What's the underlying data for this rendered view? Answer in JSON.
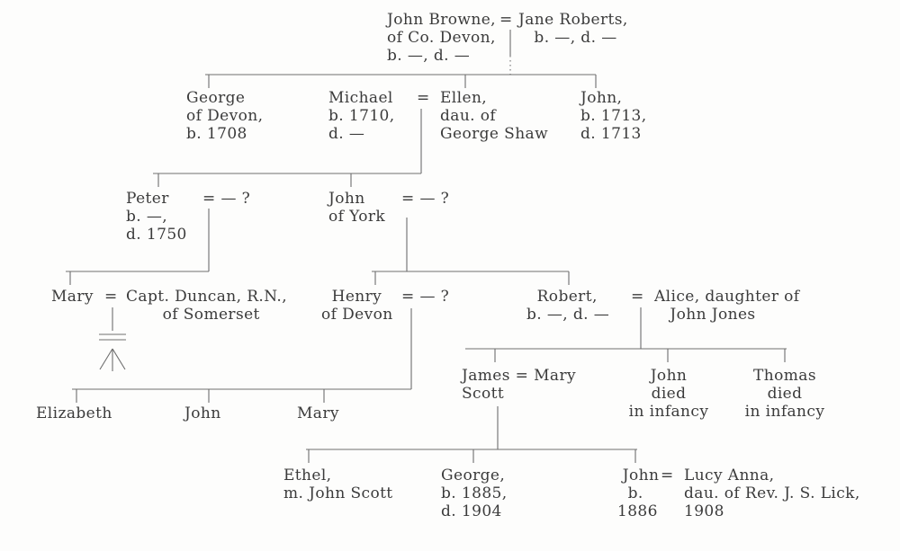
{
  "meta": {
    "kind": "genealogical pedigree chart (scanned book diagram)",
    "ink_color": "#3b3b3b",
    "line_color": "#6e6e6e",
    "background": "#fdfdfc"
  },
  "symbols": {
    "marriage": "=",
    "marriage_unknown_spouse": "= — ?",
    "issue_symbol": "descent-stem-double-bar-and-fork"
  },
  "persons": {
    "john_browne": {
      "text": "John Browne,\nof Co. Devon,\nb. —, d. —"
    },
    "g1_eq": {
      "text": "="
    },
    "jane_roberts": {
      "text": "Jane Roberts,\n   b. —, d. —"
    },
    "george_of_devon": {
      "text": "George\nof Devon,\nb. 1708"
    },
    "michael": {
      "text": "Michael\nb. 1710,\nd. —"
    },
    "g2_eq": {
      "text": "="
    },
    "ellen": {
      "text": "Ellen,\ndau. of\nGeorge Shaw"
    },
    "john_b1713": {
      "text": "John,\nb. 1713,\nd. 1713"
    },
    "peter": {
      "text": "Peter\nb. —,\nd. 1750"
    },
    "peter_eq": {
      "text": "= — ?"
    },
    "john_of_york": {
      "text": "John\nof York"
    },
    "john_of_york_eq": {
      "text": "= — ?"
    },
    "mary_g4": {
      "text": "Mary"
    },
    "mary_eq": {
      "text": "="
    },
    "capt_duncan": {
      "text": "Capt. Duncan, R.N.,\n       of Somerset"
    },
    "henry": {
      "text": "  Henry\nof Devon"
    },
    "henry_eq": {
      "text": "= — ?"
    },
    "robert": {
      "text": "  Robert,\nb. —, d. —"
    },
    "robert_eq": {
      "text": "="
    },
    "alice": {
      "text": "Alice, daughter of\n   John Jones"
    },
    "elizabeth": {
      "text": "Elizabeth"
    },
    "john_g5": {
      "text": "John"
    },
    "mary_g5": {
      "text": "Mary"
    },
    "james_mary": {
      "text": "James = Mary\nScott"
    },
    "john_infancy": {
      "text": "John\ndied\nin infancy"
    },
    "thomas_infancy": {
      "text": "Thomas\ndied\nin infancy"
    },
    "ethel": {
      "text": "Ethel,\nm. John Scott"
    },
    "george_g6": {
      "text": "George,\nb. 1885,\nd. 1904"
    },
    "john_g6": {
      "text": " John\n  b.\n1886"
    },
    "john_g6_eq": {
      "text": "="
    },
    "lucy_anna": {
      "text": "Lucy Anna,\ndau. of Rev. J. S. Lick,\n1908"
    }
  }
}
